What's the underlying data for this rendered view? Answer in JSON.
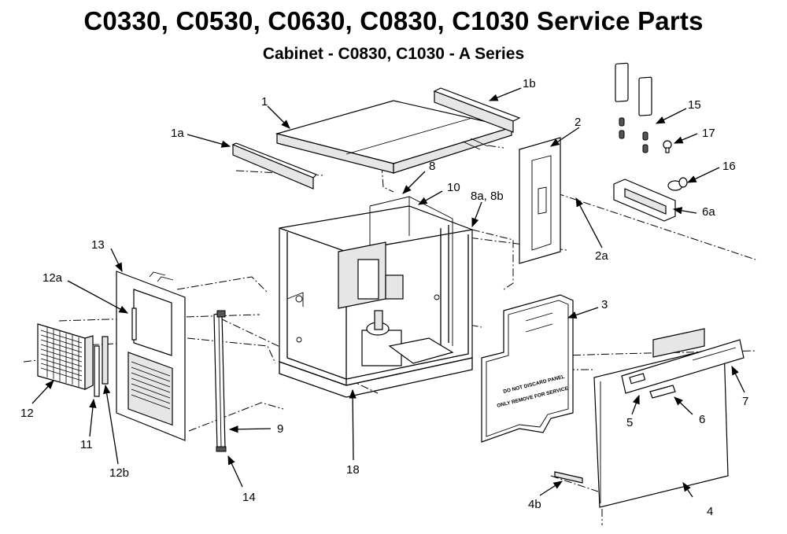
{
  "header": {
    "title": "C0330, C0530, C0630, C0830, C1030 Service Parts",
    "subtitle": "Cabinet - C0830, C1030 - A Series"
  },
  "callouts": {
    "c1": "1",
    "c1a": "1a",
    "c1b": "1b",
    "c2": "2",
    "c2a": "2a",
    "c3": "3",
    "c4": "4",
    "c4b": "4b",
    "c5": "5",
    "c6": "6",
    "c6a": "6a",
    "c7": "7",
    "c8": "8",
    "c8a8b": "8a, 8b",
    "c9": "9",
    "c10": "10",
    "c11": "11",
    "c12": "12",
    "c12a": "12a",
    "c12b": "12b",
    "c13": "13",
    "c14": "14",
    "c15": "15",
    "c16": "16",
    "c17": "17",
    "c18": "18"
  },
  "panel_text": {
    "line1": "DO NOT DISCARD PANEL",
    "line2": "ONLY REMOVE FOR SERVICE"
  }
}
